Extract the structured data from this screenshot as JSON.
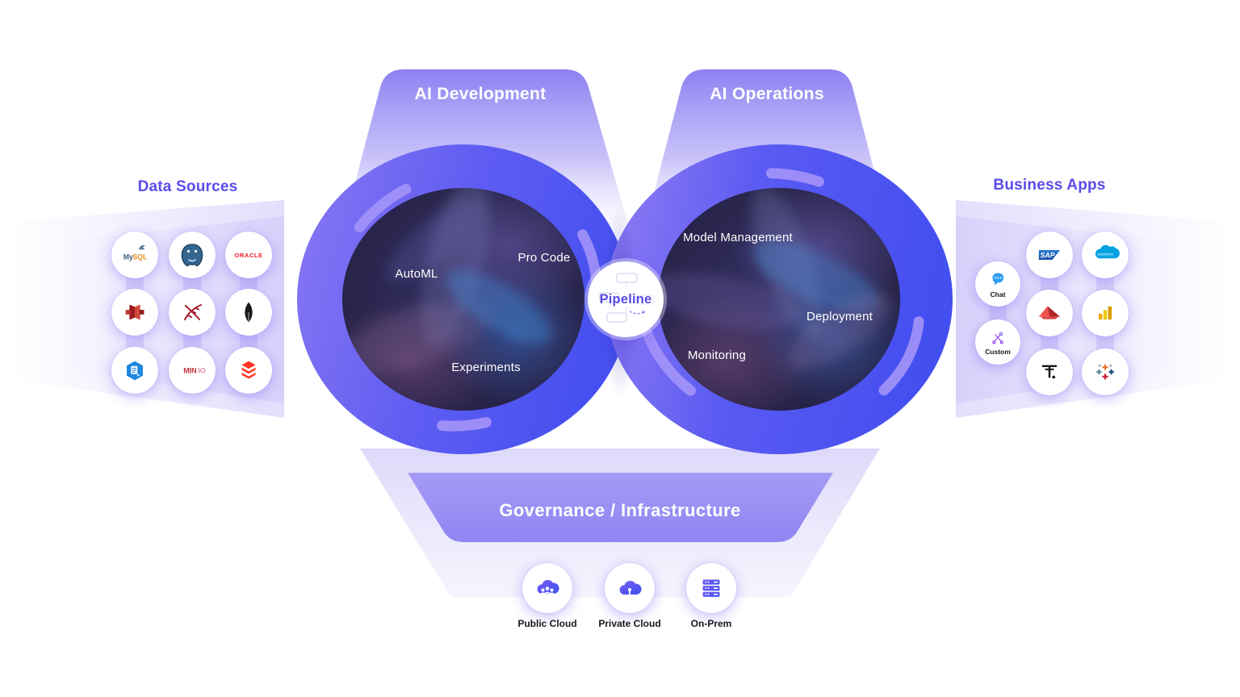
{
  "data_sources": {
    "title": "Data Sources",
    "items": [
      {
        "name": "MySQL",
        "icon": "mysql-logo",
        "text_primary": "My",
        "text_accent": "SQL"
      },
      {
        "name": "PostgreSQL",
        "icon": "postgresql-logo"
      },
      {
        "name": "Oracle",
        "icon": "oracle-logo",
        "logo_text": "ORACLE"
      },
      {
        "name": "Amazon Redshift",
        "icon": "redshift-logo"
      },
      {
        "name": "SQL Server",
        "icon": "sql-server-logo"
      },
      {
        "name": "MongoDB",
        "icon": "mongodb-logo"
      },
      {
        "name": "Cloud Storage",
        "icon": "blue-hexagon-storage-logo"
      },
      {
        "name": "MinIO",
        "icon": "minio-logo",
        "text_primary": "MIN",
        "text_accent": "IO"
      },
      {
        "name": "Databricks",
        "icon": "databricks-logo"
      }
    ]
  },
  "business_apps": {
    "title": "Business Apps",
    "items": [
      {
        "name": "Chat",
        "icon": "chat-bubble-icon",
        "label": "Chat"
      },
      {
        "name": "SAP",
        "icon": "sap-logo",
        "logo_text": "SAP"
      },
      {
        "name": "Salesforce",
        "icon": "salesforce-logo",
        "logo_text": "salesforce"
      },
      {
        "name": "Streamlit",
        "icon": "streamlit-logo"
      },
      {
        "name": "Power BI",
        "icon": "power-bi-logo"
      },
      {
        "name": "Custom",
        "icon": "custom-tools-icon",
        "label": "Custom"
      },
      {
        "name": "T logo",
        "icon": "t-dot-logo"
      },
      {
        "name": "Tableau",
        "icon": "tableau-logo"
      }
    ]
  },
  "development_loop": {
    "title": "AI Development",
    "areas": [
      "AutoML",
      "Pro Code",
      "Experiments"
    ]
  },
  "operations_loop": {
    "title": "AI Operations",
    "areas": [
      "Model Management",
      "Deployment",
      "Monitoring"
    ]
  },
  "hub": {
    "label": "Pipeline"
  },
  "governance": {
    "title": "Governance / Infrastructure",
    "environments": [
      {
        "label": "Public Cloud",
        "icon": "public-cloud-icon"
      },
      {
        "label": "Private Cloud",
        "icon": "private-cloud-icon"
      },
      {
        "label": "On-Prem",
        "icon": "on-prem-server-icon"
      }
    ]
  },
  "colors": {
    "accent_indigo": "#5b4be9",
    "ring_purple": "#8273f3",
    "ring_blue": "#4650f0",
    "disc_dark": "#262247",
    "dash_lavender": "#a494f8"
  }
}
